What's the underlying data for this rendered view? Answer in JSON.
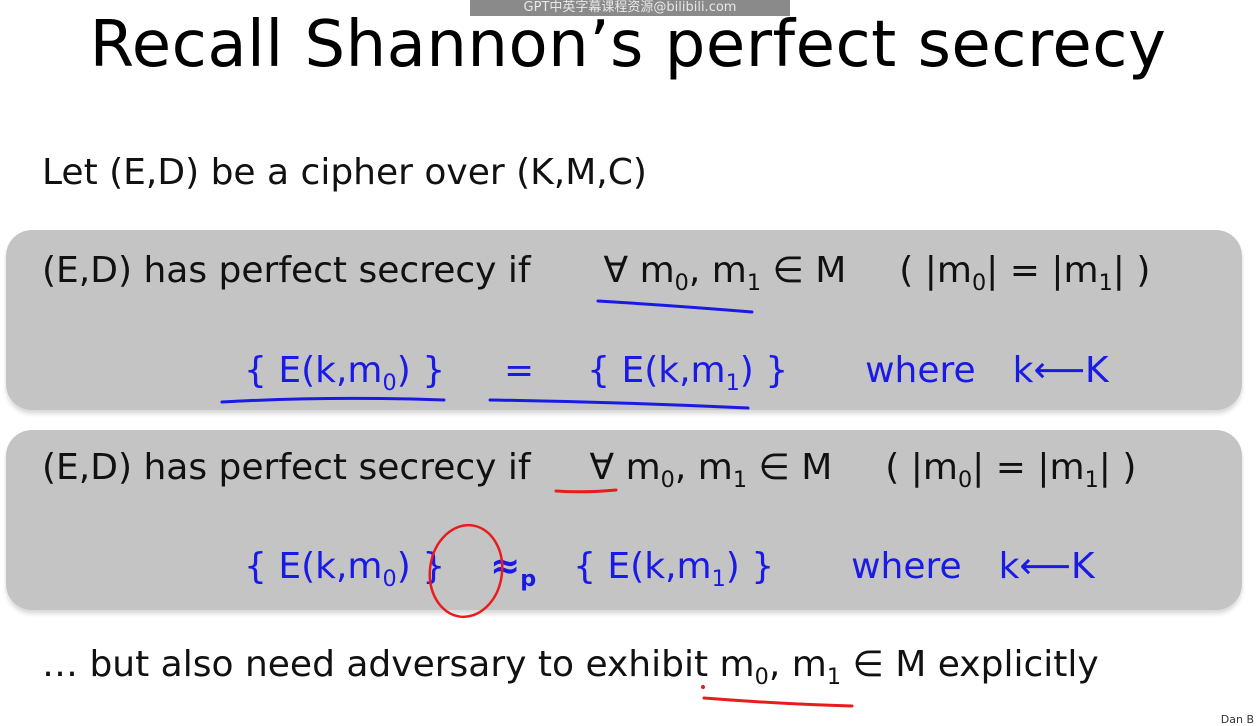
{
  "watermark": "GPT中英字幕课程资源@bilibili.com",
  "title": "Recall Shannon’s perfect secrecy",
  "intro": "Let (E,D) be a cipher over (K,M,C)",
  "box1": {
    "lead": "(E,D) has perfect secrecy if",
    "forall": "∀",
    "m0": "m",
    "m0_sub": "0",
    "comma": ",",
    "m1": "m",
    "m1_sub": "1",
    "in_set": "∈ M",
    "cond_open": "(  |m",
    "cond_sub0": "0",
    "cond_mid": "| = |m",
    "cond_sub1": "1",
    "cond_close": "| )",
    "lhs_open": "{ E(k,m",
    "lhs_sub": "0",
    "lhs_close": ") }",
    "relation": "=",
    "rhs_open": "{ E(k,m",
    "rhs_sub": "1",
    "rhs_close": ") }",
    "where": "where",
    "keygen": "k⟵K"
  },
  "box2": {
    "lead": "(E,D) has perfect secrecy if",
    "forall": "∀",
    "m0": "m",
    "m0_sub": "0",
    "comma": ",",
    "m1": "m",
    "m1_sub": "1",
    "in_set": "∈ M",
    "cond_open": "(  |m",
    "cond_sub0": "0",
    "cond_mid": "| = |m",
    "cond_sub1": "1",
    "cond_close": "| )",
    "lhs_open": "{ E(k,m",
    "lhs_sub": "0",
    "lhs_close": ") }",
    "relation": "≈",
    "relation_sub": "p",
    "rhs_open": "{ E(k,m",
    "rhs_sub": "1",
    "rhs_close": ") }",
    "where": "where",
    "keygen": "k⟵K"
  },
  "footer": {
    "text": "… but also need adversary to exhibit",
    "m0": "m",
    "m0_sub": "0",
    "comma": ",",
    "m1": "m",
    "m1_sub": "1",
    "tail": "∈ M explicitly"
  },
  "corner_label": "Dan B",
  "colors": {
    "blue": "#1a1ae6",
    "red": "#e81c1c",
    "box": "#c4c4c4"
  }
}
